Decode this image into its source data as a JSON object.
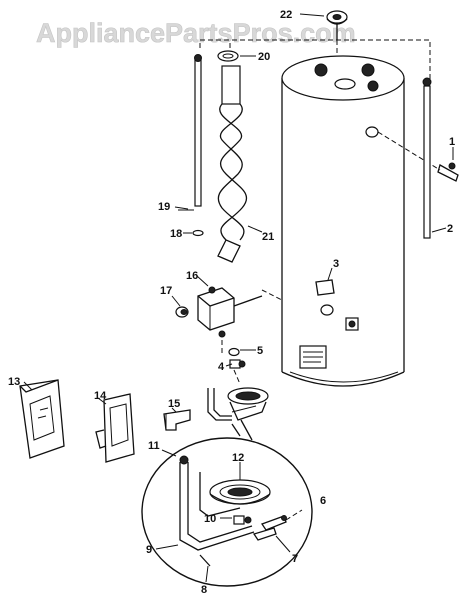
{
  "watermark": "AppliancePartsPros.com",
  "labels": [
    "1",
    "2",
    "3",
    "4",
    "5",
    "6",
    "7",
    "8",
    "9",
    "10",
    "11",
    "12",
    "13",
    "14",
    "15",
    "16",
    "17",
    "18",
    "19",
    "20",
    "21",
    "22"
  ]
}
